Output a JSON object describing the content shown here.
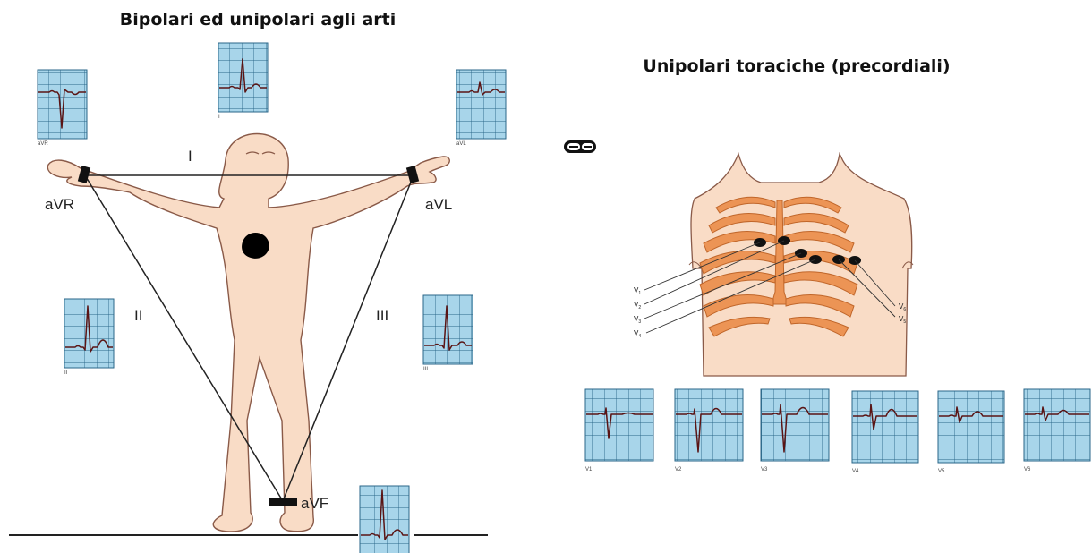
{
  "left_title": "Bipolari ed unipolari agli arti",
  "right_title": "Unipolari toraciche (precordiali)",
  "limb": {
    "lead_I": "I",
    "lead_II": "II",
    "lead_III": "III",
    "aVR": "aVR",
    "aVL": "aVL",
    "aVF": "aVF"
  },
  "strip_captions": {
    "aVR": "aVR",
    "I": "I",
    "aVL": "aVL",
    "II": "II",
    "III": "III"
  },
  "chest": {
    "V1": "V",
    "V1_sub": "1",
    "V2": "V",
    "V2_sub": "2",
    "V3": "V",
    "V3_sub": "3",
    "V4": "V",
    "V4_sub": "4",
    "V5": "V",
    "V5_sub": "5",
    "V6": "V",
    "V6_sub": "6"
  },
  "precordial_captions": [
    "V1",
    "V2",
    "V3",
    "V4",
    "V5",
    "V6"
  ],
  "colors": {
    "skin": "#f9dcc6",
    "rib": "#ec9455",
    "ecg_grid": "#a8d5ea",
    "ecg_trace": "#5a1414"
  }
}
